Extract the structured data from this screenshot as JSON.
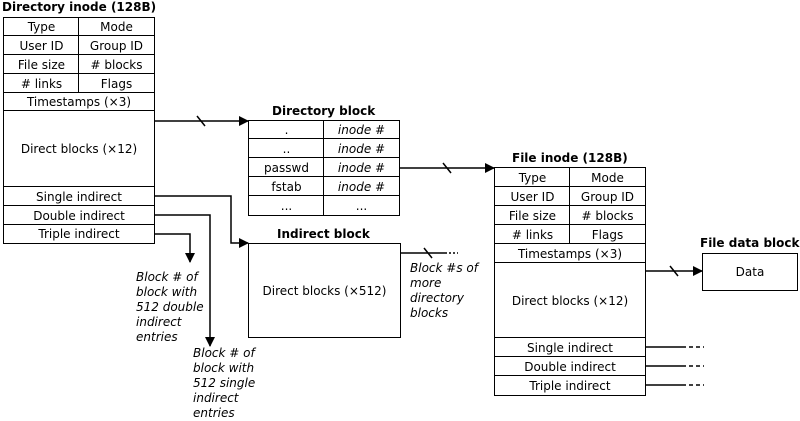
{
  "dir_inode": {
    "title": "Directory inode (128B)",
    "rows": [
      [
        "Type",
        "Mode"
      ],
      [
        "User ID",
        "Group ID"
      ],
      [
        "File size",
        "# blocks"
      ],
      [
        "# links",
        "Flags"
      ]
    ],
    "timestamps": "Timestamps (×3)",
    "direct": "Direct blocks (×12)",
    "single": "Single indirect",
    "double": "Double indirect",
    "triple": "Triple indirect"
  },
  "dir_block": {
    "title": "Directory block",
    "rows": [
      [
        ".",
        "inode #"
      ],
      [
        "..",
        "inode #"
      ],
      [
        "passwd",
        "inode #"
      ],
      [
        "fstab",
        "inode #"
      ],
      [
        "...",
        "..."
      ]
    ]
  },
  "indirect_block": {
    "title": "Indirect block",
    "body": "Direct blocks (×512)",
    "note": [
      "Block #s of",
      "more",
      "directory",
      "blocks"
    ]
  },
  "file_inode": {
    "title": "File inode (128B)",
    "rows": [
      [
        "Type",
        "Mode"
      ],
      [
        "User ID",
        "Group ID"
      ],
      [
        "File size",
        "# blocks"
      ],
      [
        "# links",
        "Flags"
      ]
    ],
    "timestamps": "Timestamps (×3)",
    "direct": "Direct blocks (×12)",
    "single": "Single indirect",
    "double": "Double indirect",
    "triple": "Triple indirect"
  },
  "file_data": {
    "title": "File data block",
    "body": "Data"
  },
  "notes": {
    "double_note": [
      "Block # of",
      "block with",
      "512 double",
      "indirect",
      "entries"
    ],
    "single_note": [
      "Block # of",
      "block with",
      "512 single",
      "indirect",
      "entries"
    ]
  }
}
